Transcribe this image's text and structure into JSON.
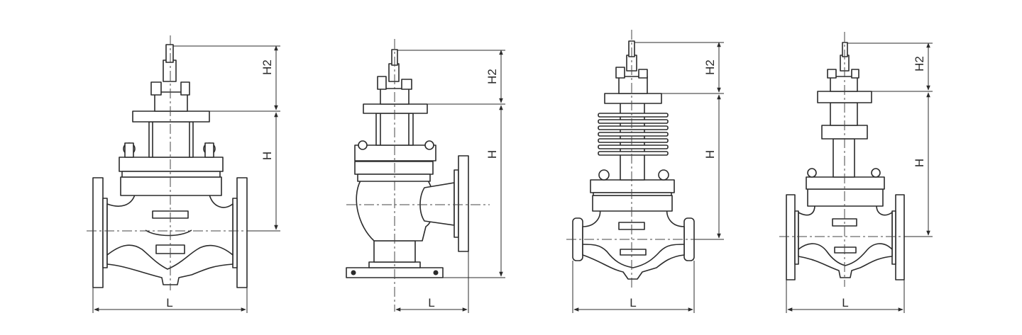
{
  "diagram": {
    "views": [
      {
        "id": "straight-flanged-valve",
        "labels": {
          "width": "L",
          "height": "H",
          "stem_height": "H2"
        }
      },
      {
        "id": "angle-valve",
        "labels": {
          "width": "L",
          "height": "H",
          "stem_height": "H2"
        }
      },
      {
        "id": "finned-bonnet-valve",
        "labels": {
          "width": "L",
          "height": "H",
          "stem_height": "H2"
        }
      },
      {
        "id": "extended-bonnet-valve",
        "labels": {
          "width": "L",
          "height": "H",
          "stem_height": "H2"
        }
      }
    ]
  }
}
